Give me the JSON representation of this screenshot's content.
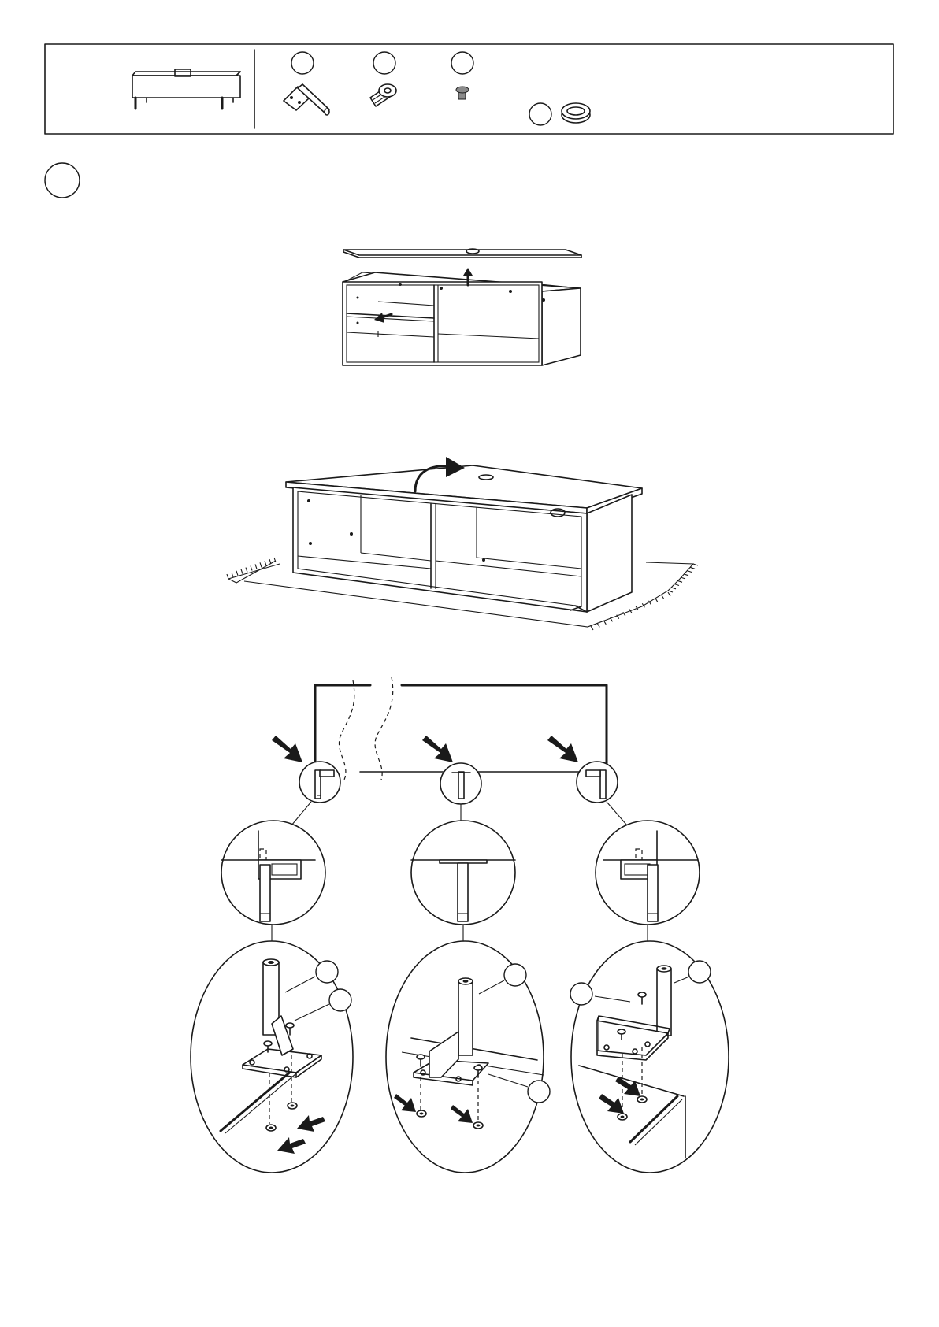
{
  "document": {
    "type": "assembly-instruction-page",
    "colors": {
      "line": "#1a1a1a",
      "paper": "#ffffff",
      "hardware_grey": "#8a8a8a"
    }
  },
  "header": {
    "product_icon": "tv-bench-icon",
    "parts": [
      {
        "icon": "angled-leg-icon"
      },
      {
        "icon": "flat-head-bolt-icon"
      },
      {
        "icon": "small-screw-icon"
      },
      {
        "icon": "cable-grommet-icon"
      }
    ]
  },
  "step": {
    "badge_icon": "step-circle-icon"
  },
  "diagrams": [
    {
      "name": "remove-top-panel",
      "arrows": [
        "up-arrow-icon",
        "left-arrow-icon"
      ]
    },
    {
      "name": "flip-over-on-rug",
      "arrows": [
        "curved-arrow-icon"
      ]
    },
    {
      "name": "attach-legs",
      "detail_circles": 3,
      "detail_ovals": 3,
      "arrows": [
        "down-right-arrow-icon"
      ]
    }
  ]
}
